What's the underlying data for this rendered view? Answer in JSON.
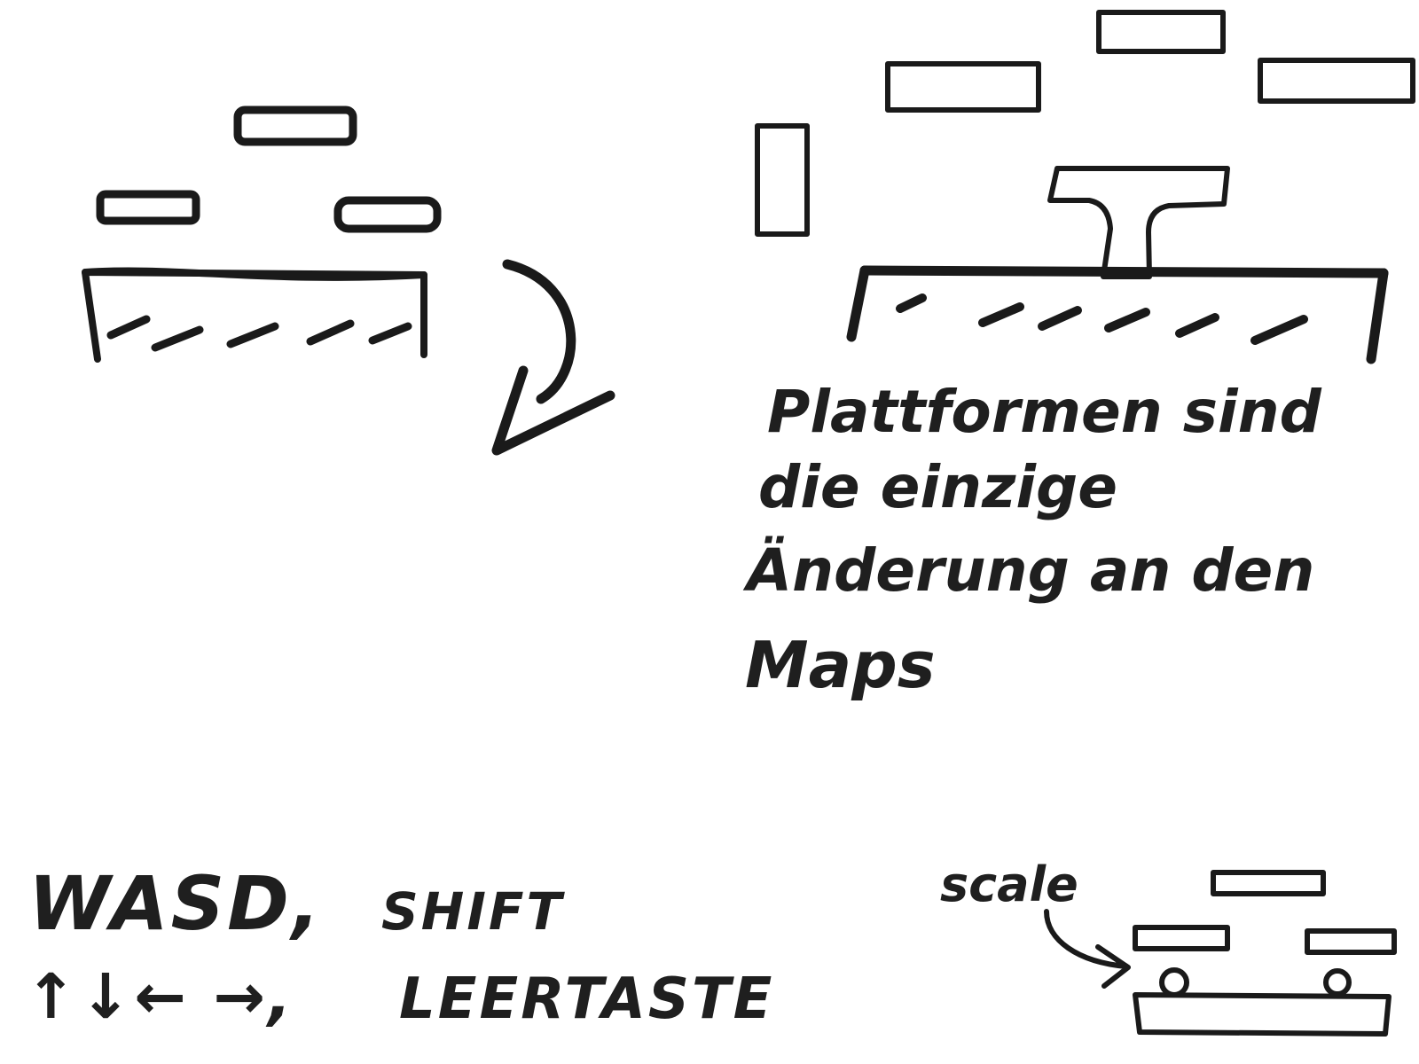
{
  "note": {
    "line1": "Plattformen sind",
    "line2": "die einzige",
    "line3": "Änderung an den",
    "line4": "Maps"
  },
  "controls": {
    "line1_keys": "WASD,",
    "line1_extra": "SHIFT",
    "line2_arrows": "↑↓← →,",
    "line2_extra": "LEERTASTE"
  },
  "scale_label": "scale",
  "ink_color": "#1a1a1a"
}
